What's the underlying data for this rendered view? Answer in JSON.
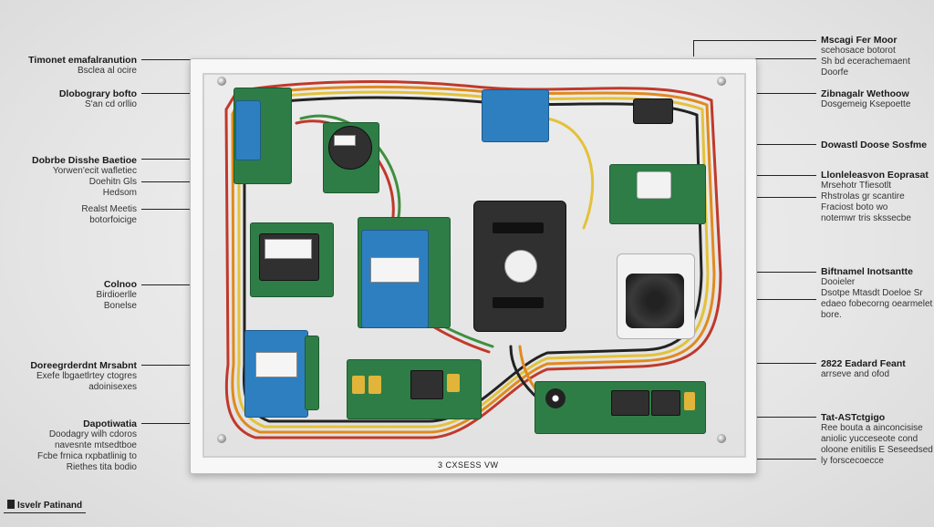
{
  "left_labels": [
    {
      "title": "Timonet emafalranution",
      "lines": [
        "Bsclea al ocire"
      ]
    },
    {
      "title": "Dlobograry bofto",
      "lines": [
        "S'an cd orllio"
      ]
    },
    {
      "title": "Dobrbe Disshe Baetioe",
      "lines": [
        "Yorwen'ecit wafletiec",
        "Doehitn Gls",
        "Hedsom"
      ]
    },
    {
      "title": "",
      "lines": [
        "Realst Meetis",
        "botorfoicige"
      ]
    },
    {
      "title": "Colnoo",
      "lines": [
        "Birdioerlle",
        "Bonelse"
      ]
    },
    {
      "title": "Doreegrderdnt Mrsabnt",
      "lines": [
        "Exefe lbgaetlrtey ctogres",
        "adoinisexes"
      ]
    },
    {
      "title": "Dapotiwatia",
      "lines": [
        "Doodagry wilh cdoros",
        "navesnte mtsedtboe",
        "Fcbe frnica rxpbatlinig to",
        "Riethes tita bodio"
      ]
    }
  ],
  "right_labels": [
    {
      "title": "Mscagi Fer Moor",
      "lines": [
        "scehosace botorot",
        "Sh bd ecerachemaent",
        "Doorfe"
      ]
    },
    {
      "title": "Zibnagalr Wethoow",
      "lines": [
        "Dosgemeig Ksepoette"
      ]
    },
    {
      "title": "Dowastl Doose Sosfme",
      "lines": []
    },
    {
      "title": "Llonleleasvon Eoprasat",
      "lines": [
        "Mrsehotr Tfiesotlt",
        "Rhstrolas gr scantire",
        "Fraciost boto wo",
        "notemwr tris skssecbe"
      ]
    },
    {
      "title": "Biftnamel Inotsantte",
      "lines": [
        "Dooieler",
        "Dsotpe Mtasdt Doeloe Sr",
        "edaeo fobecorng oearmelet",
        "bore."
      ]
    },
    {
      "title": "2822 Eadard Feant",
      "lines": [
        "arrseve and ofod"
      ]
    },
    {
      "title": "Tat-ASTctgigo",
      "lines": [
        "Ree bouta a ainconcisise",
        "aniolic yucceseote cond",
        "oloone enitilis E Seseedsed",
        "ly forscecoecce"
      ]
    }
  ],
  "panel_caption": "3 CXSESS VW",
  "footer_badge": "Isvelr Patinand",
  "module_texts": {
    "relay_box": "",
    "center_button": "",
    "display_left": ""
  },
  "colors": {
    "pcb_green": "#2f7d46",
    "module_blue": "#2e7fc0",
    "wire_red": "#c0392b",
    "wire_orange": "#e08a1e",
    "wire_yellow": "#e3c23a",
    "wire_black": "#222222",
    "wire_green": "#3f8f3f"
  }
}
